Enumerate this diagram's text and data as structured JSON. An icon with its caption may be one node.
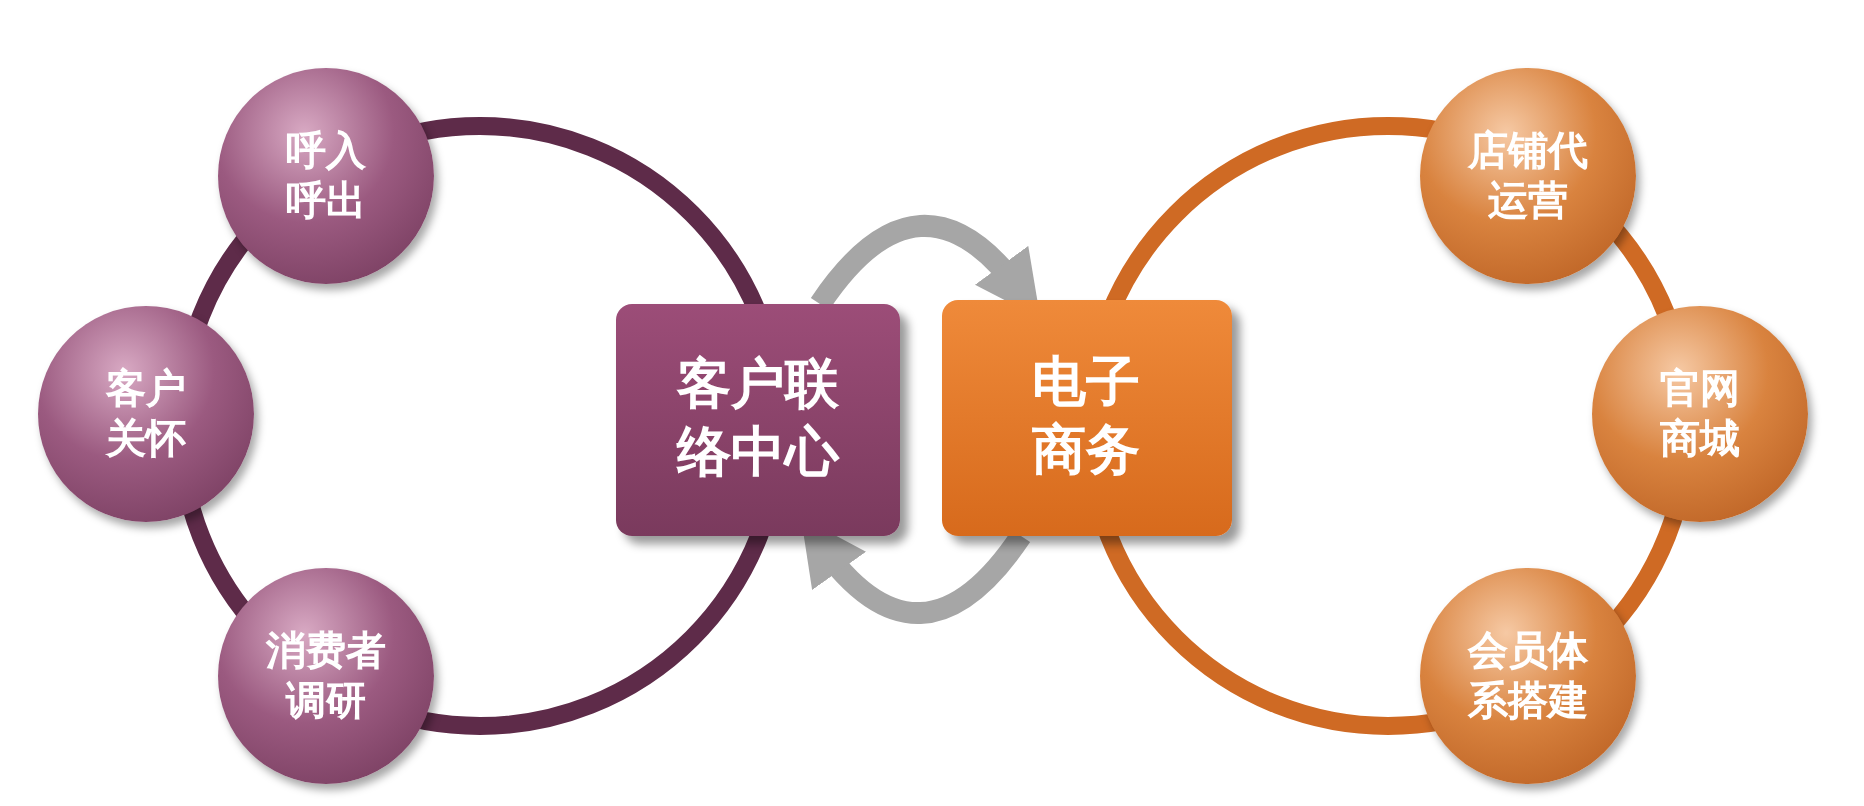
{
  "diagram": {
    "nodes": [
      {
        "text": [
          "呼入呼出"
        ]
      },
      {
        "text": [
          "客户关怀"
        ]
      },
      {
        "text": [
          "消费者调研"
        ]
      },
      {
        "text": [
          "客户联络中心"
        ]
      },
      {
        "text": [
          "电子商务"
        ]
      },
      {
        "text": [
          "店铺代运营"
        ]
      },
      {
        "text": [
          "官网商城"
        ]
      },
      {
        "text": [
          "会员体系搭建"
        ]
      }
    ],
    "edges": [
      {
        "from": 3,
        "to": 4,
        "arrow": "to"
      },
      {
        "from": 4,
        "to": 3,
        "arrow": "to"
      }
    ]
  }
}
